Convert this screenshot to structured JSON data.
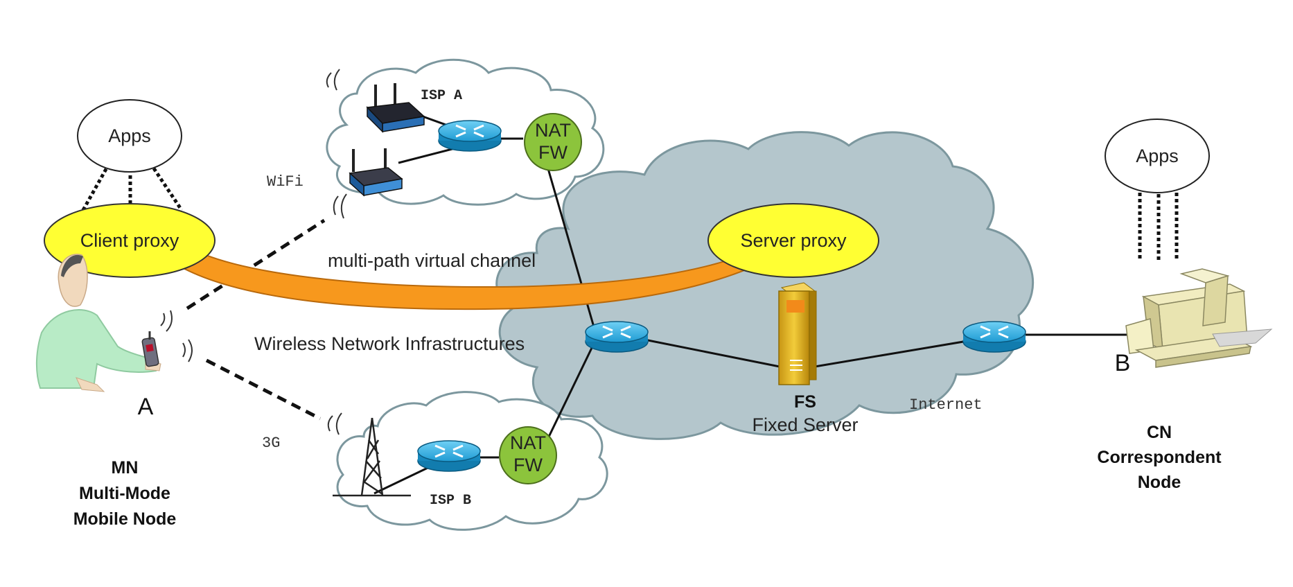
{
  "mobile_node": {
    "apps_label": "Apps",
    "proxy_label": "Client proxy",
    "letter": "A",
    "caption": [
      "MN",
      "Multi-Mode",
      "Mobile Node"
    ]
  },
  "correspondent_node": {
    "apps_label": "Apps",
    "letter": "B",
    "caption": [
      "CN",
      "Correspondent",
      "Node"
    ]
  },
  "server_proxy_label": "Server proxy",
  "channel_label": "multi-path virtual channel",
  "wireless_label": "Wireless Network Infrastructures",
  "wifi_label": "WiFi",
  "cellular_label": "3G",
  "isp_a": {
    "label": "ISP A",
    "nat_line1": "NAT",
    "nat_line2": "FW"
  },
  "isp_b": {
    "label": "ISP B",
    "nat_line1": "NAT",
    "nat_line2": "FW"
  },
  "fixed_server": {
    "short": "FS",
    "full": "Fixed Server"
  },
  "internet_label": "Internet",
  "colors": {
    "internet_cloud": "#b4c6cc",
    "proxy_fill": "#ffff33",
    "channel": "#f7981d",
    "nat_fill": "#8cc43c",
    "router": "#2aa3d8",
    "server": "#e2b623"
  }
}
